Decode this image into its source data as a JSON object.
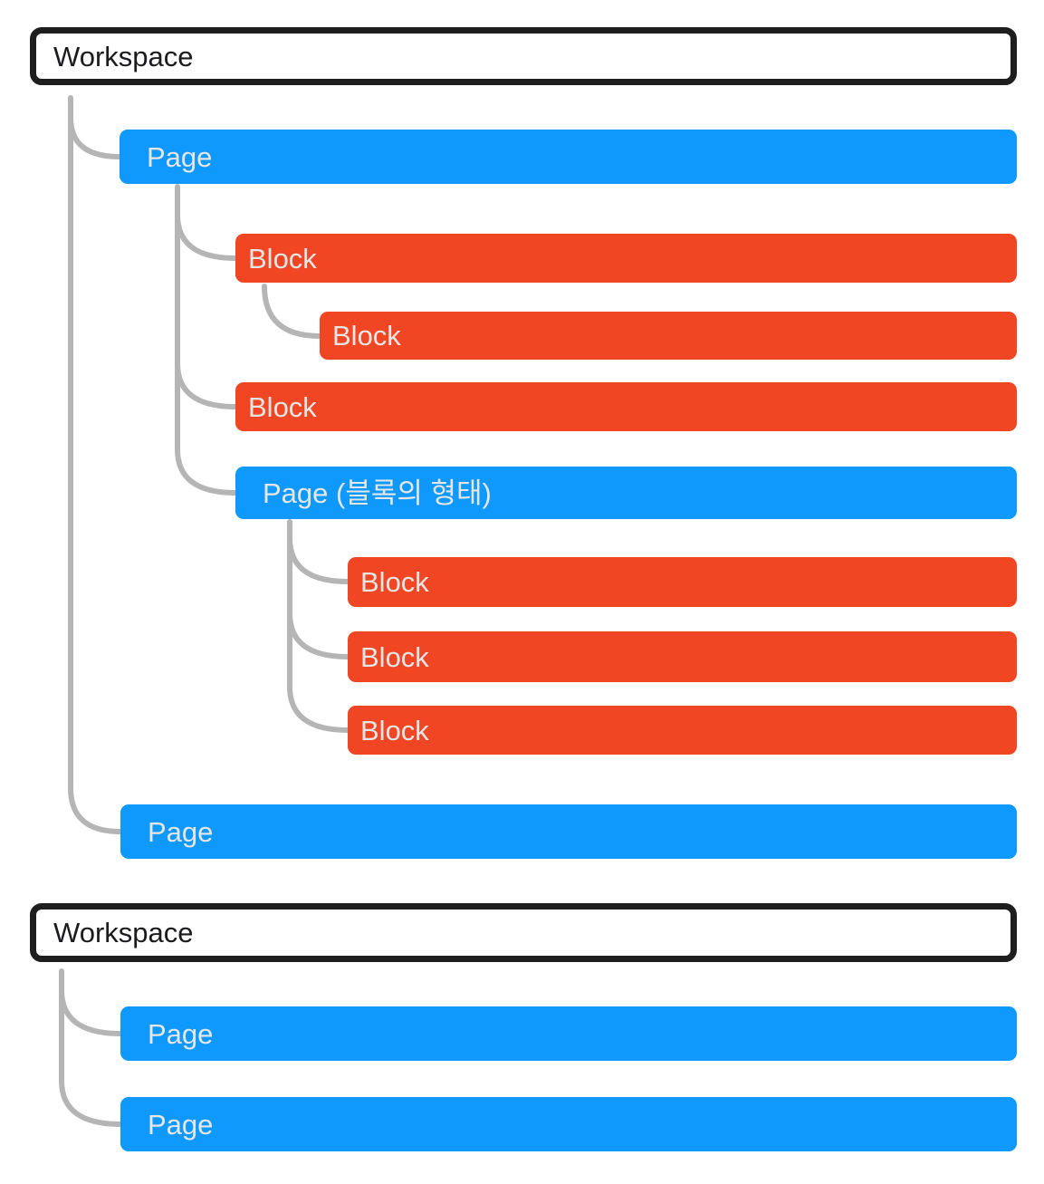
{
  "colors": {
    "page_blue": "#0F99FC",
    "block_red": "#F04623",
    "connector": "#B5B5B5",
    "workspace_border": "#1E1E1E",
    "label_on_color": "#E6E6E6",
    "workspace_label": "#1B1B1D",
    "background": "#FFFFFF"
  },
  "nodes": {
    "workspace1": {
      "label": "Workspace",
      "type": "workspace"
    },
    "page1": {
      "label": "Page",
      "type": "page"
    },
    "block1": {
      "label": "Block",
      "type": "block"
    },
    "block1a": {
      "label": "Block",
      "type": "block"
    },
    "block2": {
      "label": "Block",
      "type": "block"
    },
    "page_block_form": {
      "label": "Page (블록의 형태)",
      "type": "page"
    },
    "block3": {
      "label": "Block",
      "type": "block"
    },
    "block4": {
      "label": "Block",
      "type": "block"
    },
    "block5": {
      "label": "Block",
      "type": "block"
    },
    "page2": {
      "label": "Page",
      "type": "page"
    },
    "workspace2": {
      "label": "Workspace",
      "type": "workspace"
    },
    "page3": {
      "label": "Page",
      "type": "page"
    },
    "page4": {
      "label": "Page",
      "type": "page"
    }
  },
  "structure": [
    {
      "id": "workspace1",
      "children": [
        {
          "id": "page1",
          "children": [
            {
              "id": "block1",
              "children": [
                {
                  "id": "block1a"
                }
              ]
            },
            {
              "id": "block2"
            },
            {
              "id": "page_block_form",
              "children": [
                {
                  "id": "block3"
                },
                {
                  "id": "block4"
                },
                {
                  "id": "block5"
                }
              ]
            }
          ]
        },
        {
          "id": "page2"
        }
      ]
    },
    {
      "id": "workspace2",
      "children": [
        {
          "id": "page3"
        },
        {
          "id": "page4"
        }
      ]
    }
  ]
}
